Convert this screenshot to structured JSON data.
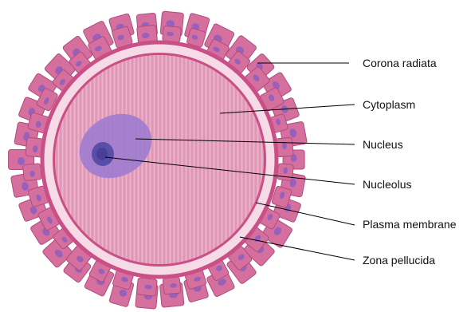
{
  "diagram": {
    "labels": {
      "corona_radiata": "Corona radiata",
      "cytoplasm": "Cytoplasm",
      "nucleus": "Nucleus",
      "nucleolus": "Nucleolus",
      "plasma_membrane": "Plasma membrane",
      "zona_pellucida": "Zona pellucida"
    },
    "colors": {
      "corona_cell": "#d46f9e",
      "corona_cell_stroke": "#b04d7e",
      "corona_nucleus": "#8c5fbf",
      "zona_pellucida": "#f6dbe6",
      "membrane": "#c94f86",
      "cytoplasm": "#e6a4c0",
      "cytoplasm_stripe": "#d98fb0",
      "nucleus": "#a27cd0",
      "nucleolus": "#5a4fa8",
      "leader_line": "#000000"
    }
  }
}
